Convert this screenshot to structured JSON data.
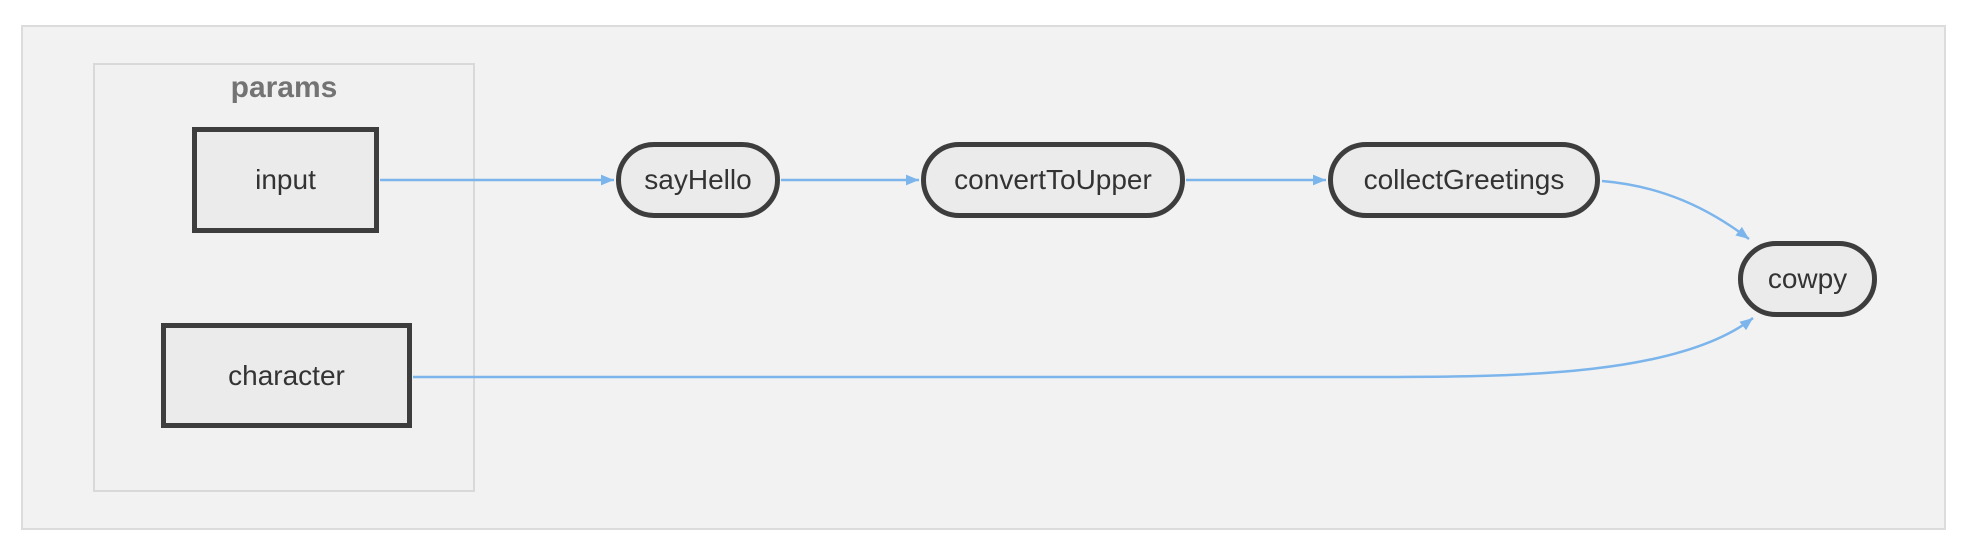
{
  "diagram": {
    "type": "workflow-dag",
    "group": {
      "label": "params"
    },
    "nodes": {
      "input": {
        "label": "input",
        "shape": "rect",
        "role": "parameter"
      },
      "character": {
        "label": "character",
        "shape": "rect",
        "role": "parameter"
      },
      "sayHello": {
        "label": "sayHello",
        "shape": "pill",
        "role": "task"
      },
      "convertToUpper": {
        "label": "convertToUpper",
        "shape": "pill",
        "role": "task"
      },
      "collectGreetings": {
        "label": "collectGreetings",
        "shape": "pill",
        "role": "task"
      },
      "cowpy": {
        "label": "cowpy",
        "shape": "pill",
        "role": "task"
      }
    },
    "edges": [
      {
        "from": "input",
        "to": "sayHello"
      },
      {
        "from": "sayHello",
        "to": "convertToUpper"
      },
      {
        "from": "convertToUpper",
        "to": "collectGreetings"
      },
      {
        "from": "collectGreetings",
        "to": "cowpy"
      },
      {
        "from": "character",
        "to": "cowpy"
      }
    ],
    "colors": {
      "page_bg": "#ffffff",
      "panel_bg": "#f2f2f2",
      "panel_border": "#dcdcdc",
      "group_bg": "#f1f1f1",
      "group_border": "#d9d9d9",
      "group_label": "#737373",
      "node_fill": "#ebebeb",
      "node_border": "#3d3d3d",
      "node_text": "#333333",
      "edge": "#7cb5ec"
    }
  }
}
